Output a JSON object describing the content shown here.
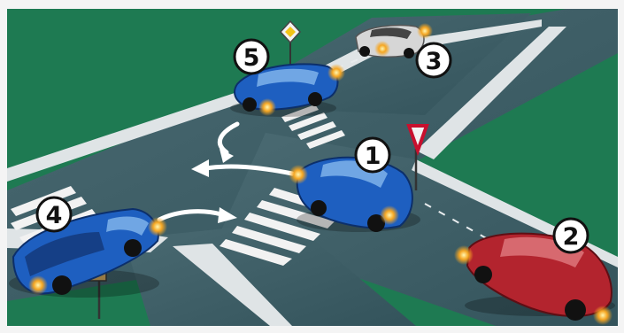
{
  "markers": [
    {
      "id": "1",
      "label": "1"
    },
    {
      "id": "2",
      "label": "2"
    },
    {
      "id": "3",
      "label": "3"
    },
    {
      "id": "4",
      "label": "4"
    },
    {
      "id": "5",
      "label": "5"
    }
  ],
  "colors": {
    "grass": "#1e7a52",
    "road": "#3d5e66",
    "curb": "#dfe4e6",
    "blue_car": "#1e5fc0",
    "red_car": "#b3242e",
    "white_car": "#d6d6d6",
    "turn_signal": "#f5a623",
    "yield_sign": "#c8102e"
  },
  "icons": [
    "yield-sign-icon",
    "priority-road-sign-icon",
    "direction-arrow-icon"
  ]
}
